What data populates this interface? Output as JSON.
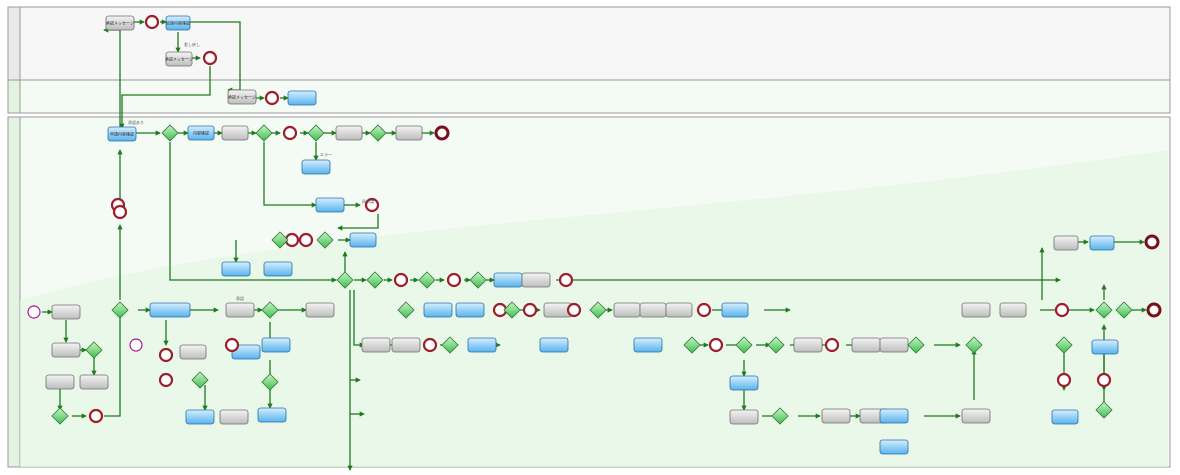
{
  "diagram": {
    "lanes": [
      {
        "key": "top",
        "title": "",
        "style": "gray"
      },
      {
        "key": "middle",
        "title": "",
        "style": "green"
      },
      {
        "key": "bottom",
        "title": "",
        "style": "green"
      }
    ],
    "nodes": [
      {
        "id": "t_msg1",
        "kind": "task",
        "color": "gray",
        "label": "承認メッセージ"
      },
      {
        "id": "e_ev1",
        "kind": "event",
        "label": ""
      },
      {
        "id": "t_blue1",
        "kind": "task",
        "color": "blue",
        "label": "処理内容確認"
      },
      {
        "id": "t_msg2",
        "kind": "task",
        "color": "gray",
        "label": "承認メッセージ"
      },
      {
        "id": "e_ev2",
        "kind": "event",
        "label": ""
      },
      {
        "id": "t_msg3",
        "kind": "task",
        "color": "gray",
        "label": "承認メッセージ"
      },
      {
        "id": "e_ev3",
        "kind": "event",
        "label": ""
      },
      {
        "id": "t_blue2",
        "kind": "task",
        "color": "blue",
        "label": ""
      },
      {
        "id": "t_b_main",
        "kind": "task",
        "color": "blue",
        "label": "申請内容確認"
      },
      {
        "id": "g_1",
        "kind": "gateway",
        "label": ""
      },
      {
        "id": "t_b2",
        "kind": "task",
        "color": "blue",
        "label": "内容確認"
      },
      {
        "id": "t_g2",
        "kind": "task",
        "color": "gray",
        "label": ""
      },
      {
        "id": "g_2",
        "kind": "gateway",
        "label": ""
      },
      {
        "id": "e_b1",
        "kind": "event",
        "label": ""
      },
      {
        "id": "g_3",
        "kind": "gateway",
        "label": ""
      },
      {
        "id": "t_g3",
        "kind": "task",
        "color": "gray",
        "label": ""
      },
      {
        "id": "g_4",
        "kind": "gateway",
        "label": ""
      },
      {
        "id": "t_g4",
        "kind": "task",
        "color": "gray",
        "label": ""
      },
      {
        "id": "e_end1",
        "kind": "end",
        "label": ""
      },
      {
        "id": "t_b3",
        "kind": "task",
        "color": "blue",
        "label": ""
      },
      {
        "id": "t_b4",
        "kind": "task",
        "color": "blue",
        "label": ""
      },
      {
        "id": "e_b2",
        "kind": "event",
        "label": ""
      },
      {
        "id": "e_b3",
        "kind": "event",
        "label": ""
      },
      {
        "id": "e_left1",
        "kind": "event",
        "label": ""
      },
      {
        "id": "t_b5",
        "kind": "task",
        "color": "blue",
        "label": ""
      },
      {
        "id": "t_b6",
        "kind": "task",
        "color": "blue",
        "label": ""
      },
      {
        "id": "e_b4",
        "kind": "event",
        "label": ""
      },
      {
        "id": "g_5",
        "kind": "gateway",
        "label": ""
      },
      {
        "id": "e_b5",
        "kind": "event",
        "label": ""
      },
      {
        "id": "g_6",
        "kind": "gateway",
        "label": ""
      },
      {
        "id": "t_b7",
        "kind": "task",
        "color": "blue",
        "label": ""
      },
      {
        "id": "g_hub",
        "kind": "gateway",
        "label": ""
      },
      {
        "id": "g_7",
        "kind": "gateway",
        "label": ""
      },
      {
        "id": "e_b6",
        "kind": "event",
        "label": ""
      },
      {
        "id": "g_8",
        "kind": "gateway",
        "label": ""
      },
      {
        "id": "e_b7",
        "kind": "event",
        "label": ""
      },
      {
        "id": "g_9",
        "kind": "gateway",
        "label": ""
      },
      {
        "id": "t_b8",
        "kind": "task",
        "color": "blue",
        "label": ""
      },
      {
        "id": "t_g5",
        "kind": "task",
        "color": "gray",
        "label": ""
      },
      {
        "id": "e_b8",
        "kind": "event",
        "label": ""
      },
      {
        "id": "e_start",
        "kind": "start",
        "label": ""
      },
      {
        "id": "t_g6",
        "kind": "task",
        "color": "gray",
        "label": ""
      },
      {
        "id": "t_g7",
        "kind": "task",
        "color": "gray",
        "label": ""
      },
      {
        "id": "g_10",
        "kind": "gateway",
        "label": ""
      },
      {
        "id": "t_g8",
        "kind": "task",
        "color": "gray",
        "label": ""
      },
      {
        "id": "t_g9",
        "kind": "task",
        "color": "gray",
        "label": ""
      },
      {
        "id": "g_11",
        "kind": "gateway",
        "label": ""
      },
      {
        "id": "e_b9",
        "kind": "event",
        "label": ""
      },
      {
        "id": "g_12",
        "kind": "gateway",
        "label": ""
      },
      {
        "id": "t_b9",
        "kind": "task",
        "color": "blue",
        "label": ""
      },
      {
        "id": "e_s2",
        "kind": "start",
        "label": ""
      },
      {
        "id": "t_g10",
        "kind": "task",
        "color": "gray",
        "label": ""
      },
      {
        "id": "g_13",
        "kind": "gateway",
        "label": ""
      },
      {
        "id": "t_b10",
        "kind": "task",
        "color": "blue",
        "label": ""
      },
      {
        "id": "t_g11",
        "kind": "task",
        "color": "gray",
        "label": ""
      },
      {
        "id": "e_b10",
        "kind": "event",
        "label": ""
      },
      {
        "id": "e_b11",
        "kind": "event",
        "label": ""
      },
      {
        "id": "g_14",
        "kind": "gateway",
        "label": ""
      },
      {
        "id": "t_b11",
        "kind": "task",
        "color": "blue",
        "label": ""
      },
      {
        "id": "t_g12",
        "kind": "task",
        "color": "gray",
        "label": ""
      },
      {
        "id": "g_15",
        "kind": "gateway",
        "label": ""
      },
      {
        "id": "t_b12",
        "kind": "task",
        "color": "blue",
        "label": ""
      },
      {
        "id": "t_b13",
        "kind": "task",
        "color": "blue",
        "label": ""
      },
      {
        "id": "t_g13",
        "kind": "task",
        "color": "gray",
        "label": ""
      },
      {
        "id": "e_b12",
        "kind": "event",
        "label": ""
      },
      {
        "id": "t_gx1",
        "kind": "task",
        "color": "gray",
        "label": ""
      },
      {
        "id": "t_gx2",
        "kind": "task",
        "color": "gray",
        "label": ""
      },
      {
        "id": "e_bx1",
        "kind": "event",
        "label": ""
      },
      {
        "id": "g_x1",
        "kind": "gateway",
        "label": ""
      },
      {
        "id": "t_bx1",
        "kind": "task",
        "color": "blue",
        "label": ""
      },
      {
        "id": "g_r1",
        "kind": "gateway",
        "label": ""
      },
      {
        "id": "t_br1",
        "kind": "task",
        "color": "blue",
        "label": ""
      },
      {
        "id": "t_br2",
        "kind": "task",
        "color": "blue",
        "label": ""
      },
      {
        "id": "e_br1",
        "kind": "event",
        "label": ""
      },
      {
        "id": "e_br2",
        "kind": "event",
        "label": ""
      },
      {
        "id": "g_r2",
        "kind": "gateway",
        "label": ""
      },
      {
        "id": "t_gr1",
        "kind": "task",
        "color": "gray",
        "label": ""
      },
      {
        "id": "e_br3",
        "kind": "event",
        "label": ""
      },
      {
        "id": "t_br3",
        "kind": "task",
        "color": "blue",
        "label": ""
      },
      {
        "id": "g_r3",
        "kind": "gateway",
        "label": ""
      },
      {
        "id": "t_gr2",
        "kind": "task",
        "color": "gray",
        "label": ""
      },
      {
        "id": "t_gr3",
        "kind": "task",
        "color": "gray",
        "label": ""
      },
      {
        "id": "t_gr4",
        "kind": "task",
        "color": "gray",
        "label": ""
      },
      {
        "id": "e_br4",
        "kind": "event",
        "label": ""
      },
      {
        "id": "t_br4",
        "kind": "task",
        "color": "blue",
        "label": ""
      },
      {
        "id": "g_r4",
        "kind": "gateway",
        "label": ""
      },
      {
        "id": "e_br5",
        "kind": "event",
        "label": ""
      },
      {
        "id": "g_r5",
        "kind": "gateway",
        "label": ""
      },
      {
        "id": "t_gr5",
        "kind": "task",
        "color": "gray",
        "label": ""
      },
      {
        "id": "e_br6",
        "kind": "event",
        "label": ""
      },
      {
        "id": "t_gr6",
        "kind": "task",
        "color": "gray",
        "label": ""
      },
      {
        "id": "t_gr7",
        "kind": "task",
        "color": "gray",
        "label": ""
      },
      {
        "id": "g_r6",
        "kind": "gateway",
        "label": ""
      },
      {
        "id": "g_r7",
        "kind": "gateway",
        "label": ""
      },
      {
        "id": "t_br5",
        "kind": "task",
        "color": "blue",
        "label": ""
      },
      {
        "id": "t_gr8",
        "kind": "task",
        "color": "gray",
        "label": ""
      },
      {
        "id": "t_br6",
        "kind": "task",
        "color": "blue",
        "label": ""
      },
      {
        "id": "t_gr9",
        "kind": "task",
        "color": "gray",
        "label": ""
      },
      {
        "id": "g_r8",
        "kind": "gateway",
        "label": ""
      },
      {
        "id": "t_gr10",
        "kind": "task",
        "color": "gray",
        "label": ""
      },
      {
        "id": "t_gr11",
        "kind": "task",
        "color": "gray",
        "label": ""
      },
      {
        "id": "t_br7",
        "kind": "task",
        "color": "blue",
        "label": ""
      },
      {
        "id": "t_gr12",
        "kind": "task",
        "color": "gray",
        "label": ""
      },
      {
        "id": "g_r9",
        "kind": "gateway",
        "label": ""
      },
      {
        "id": "t_br8",
        "kind": "task",
        "color": "blue",
        "label": ""
      },
      {
        "id": "t_gr13",
        "kind": "task",
        "color": "gray",
        "label": ""
      },
      {
        "id": "e_br7",
        "kind": "event",
        "label": ""
      },
      {
        "id": "e_end2",
        "kind": "end",
        "label": ""
      },
      {
        "id": "t_gr14",
        "kind": "task",
        "color": "gray",
        "label": ""
      },
      {
        "id": "t_br9",
        "kind": "task",
        "color": "blue",
        "label": ""
      },
      {
        "id": "g_r10",
        "kind": "gateway",
        "label": ""
      },
      {
        "id": "g_r11",
        "kind": "gateway",
        "label": ""
      },
      {
        "id": "e_end3",
        "kind": "end",
        "label": ""
      },
      {
        "id": "g_r12",
        "kind": "gateway",
        "label": ""
      },
      {
        "id": "t_br10",
        "kind": "task",
        "color": "blue",
        "label": ""
      },
      {
        "id": "e_br8",
        "kind": "event",
        "label": ""
      },
      {
        "id": "e_br9",
        "kind": "event",
        "label": ""
      },
      {
        "id": "t_br11",
        "kind": "task",
        "color": "blue",
        "label": ""
      },
      {
        "id": "g_r13",
        "kind": "gateway",
        "label": ""
      }
    ],
    "edge_labels": [
      {
        "id": "lbl_back",
        "text": "差し戻し"
      },
      {
        "id": "lbl_a",
        "text": "承認あり"
      },
      {
        "id": "lbl_b",
        "text": "エラー"
      },
      {
        "id": "lbl_c",
        "text": "再申請"
      },
      {
        "id": "lbl_d",
        "text": "承認"
      }
    ]
  }
}
